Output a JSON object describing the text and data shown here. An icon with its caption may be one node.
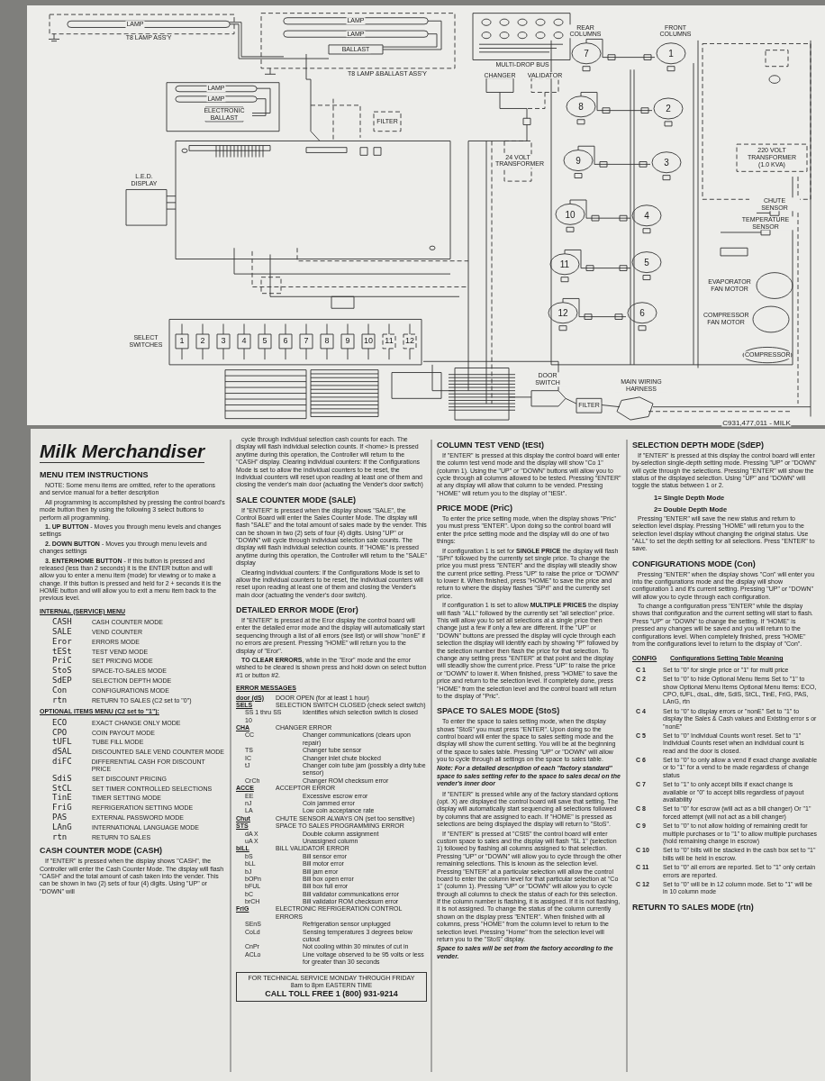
{
  "diagram": {
    "title": "Milk Merchandiser",
    "labels": [
      "LAMP",
      "T8 LAMP ASS'Y",
      "LAMP",
      "LAMP",
      "BALLAST",
      "T8 LAMP &BALLAST ASS'Y",
      "MULTI-DROP BUS",
      "CHANGER",
      "VALIDATOR",
      "REAR COLUMNS",
      "FRONT COLUMNS",
      "7",
      "1",
      "LAMP",
      "LAMP",
      "ELECTRONIC BALLAST",
      "FILTER",
      "8",
      "2",
      "220 VOLT TRANSFORMER (1.0 KVA)",
      "L.E.D. DISPLAY",
      "24 VOLT TRANSFORMER",
      "9",
      "3",
      "CHUTE SENSOR",
      "10",
      "4",
      "TEMPERATURE SENSOR",
      "11",
      "5",
      "EVAPORATOR FAN MOTOR",
      "12",
      "6",
      "COMPRESSOR FAN MOTOR",
      "COMPRESSOR",
      "SELECT SWITCHES",
      "1",
      "2",
      "3",
      "4",
      "5",
      "6",
      "7",
      "8",
      "9",
      "10",
      "11",
      "12",
      "DOOR SWITCH",
      "MAIN WIRING HARNESS",
      "FILTER",
      "C931,477,011 - MILK",
      "MENU ITEM INSTRUCTIONS",
      "NOTE: Some menu items are omitted, refer to the operations and service manual for a better description",
      "All programming is accomplished by pressing the control board's mode button then by using the following 3 select buttons to perform all programming.",
      "**1. UP BUTTON** - Moves you through menu levels and changes settings",
      "**2. DOWN BUTTON** - Moves you through menu levels and changes settings",
      "**3. ENTER/HOME BUTTON** - If this button is pressed and released (less than 2 seconds) it is the ENTER button and will allow you to enter a menu item (mode) for viewing or to make a change. If this button is pressed and held for 2 + seconds it is the HOME button and will allow you to exit a menu item back to the previous level.",
      "INTERNAL (SERVICE) MENU",
      "CASH",
      "CASH COUNTER MODE",
      "SALE",
      "VEND COUNTER",
      "Eror",
      "ERRORS MODE",
      "tESt",
      "TEST VEND MODE",
      "PriC",
      "SET PRICING MODE",
      "StoS",
      "SPACE-TO-SALES MODE",
      "SdEP",
      "SELECTION DEPTH MODE",
      "Con",
      "CONFIGURATIONS MODE",
      "rtn",
      "RETURN TO SALES (C2 set to \"0\")",
      "OPTIONAL ITEMS MENU (C2 set to \"1\"):",
      "ECO",
      "EXACT CHANGE ONLY MODE",
      "CPO",
      "COIN PAYOUT MODE",
      "tUFL",
      "TUBE FILL MODE",
      "dSAL",
      "DISCOUNTED SALE VEND COUNTER MODE",
      "diFC",
      "DIFFERENTIAL CASH FOR DISCOUNT PRICE",
      "SdiS",
      "SET DISCOUNT PRICING",
      "StCL",
      "SET TIMER CONTROLLED SELECTIONS",
      "TinE",
      "TIMER SETTING MODE",
      "FriG",
      "REFRIGERATION SETTING MODE",
      "PAS",
      "EXTERNAL PASSWORD MODE",
      "LAnG",
      "INTERNATIONAL LANGUAGE MODE",
      "rtn",
      "RETURN TO SALES",
      "CASH COUNTER MODE (CASH)",
      "If \"ENTER\" is pressed when the display shows \"CASH\", the Controller will enter the Cash Counter Mode. The display will flash \"CASH\" and the total amount of cash taken into the vender. This can be shown in two (2) sets of four (4) digits. Using \"UP\" or \"DOWN\" will",
      "cycle through individual selection cash counts for each. The display will flash individual selection counts. If <home> is pressed anytime during this operation, the Controller will return to the \"CASH\" display. Clearing individual counters: If the Configurations Mode is set to allow the individual counters to be reset, the individual counters will reset upon reading at least one of them and closing the vender's main door (actuating the Vender's door switch)",
      "SALE COUNTER MODE (SALE)",
      "If \"ENTER\" is pressed when the display shows \"SALE\", the Control Board will enter the Sales Counter Mode. The display will flash \"SALE\" and the total amount of sales made by the vender. This can be shown in two (2) sets of four (4) digits. Using \"UP\" or \"DOWN\" will cycle through individual selection sale counts. The display will flash individual selection counts. If \"HOME\" is pressed anytime during this operation, the Controller will return to the \"SALE\" display",
      "Clearing individual counters: If the Configurations Mode is set to allow the individual counters to be reset, the individual counters will reset upon reading at least one of them and closing the Vender's main door (actuating the vender's door switch).",
      "DETAILED ERROR MODE (Eror)",
      "If \"ENTER\" is pressed at the Eror display the control board will enter the detailed error mode and the display will automatically start sequencing through a list of all errors (see list) or will show \"nonE\" if no errors are present. Pressing \"HOME\" will return you to the display of \"Eror\".",
      "**TO CLEAR ERRORS**, while in the \"Eror\" mode and the error wished to be cleared is shown press and hold down on select button #1 or button #2.",
      "ERROR MESSAGES",
      "door (dS)",
      "DOOR OPEN (for at least 1 hour)",
      "SELS",
      "SELECTION SWITCH CLOSED (check select switch)",
      "SS 1 thru SS 10",
      "Identifies which selection switch is closed",
      "CHA",
      "CHANGER ERROR",
      "CC",
      "Changer communications (clears upon repair)",
      "TS",
      "Changer tube sensor",
      "IC",
      "Changer inlet chute blocked",
      "tJ",
      "Changer coin tube jam (possibly a dirty tube sensor)",
      "CrCh",
      "Changer ROM checksum error",
      "ACCE",
      "ACCEPTOR ERROR",
      "EE",
      "Excessive escrow error",
      "nJ",
      "Coin jammed error",
      "LA",
      "Low coin acceptance rate",
      "Chut",
      "CHUTE SENSOR ALWAYS ON (set too sensitive)",
      "STS",
      "SPACE TO SALES PROGRAMMING ERROR",
      "dA X",
      "Double column assignment",
      "uA X",
      "Unassigned column",
      "biLL",
      "BILL VALIDATOR ERROR",
      "bS",
      "Bill sensor error",
      "bLL",
      "Bill motor error",
      "bJ",
      "Bill jam error",
      "bOPn",
      "Bill box open error",
      "bFUL",
      "Bill box full error",
      "bC",
      "Bill validator communications error",
      "brCH",
      "Bill validator ROM checksum error",
      "FriG",
      "ELECTRONIC REFRIGERATION CONTROL ERRORS",
      "SEnS",
      "Refrigeration sensor unplugged",
      "CoLd",
      "Sensing temperatures 3 degrees below cutout",
      "CnPr",
      "Not cooling within 30 minutes of cut in",
      "ACLo",
      "Line voltage observed to be 95 volts or less for greater than 30 seconds",
      "FOR TECHNICAL SERVICE MONDAY THROUGH FRIDAY",
      "8am to 8pm EASTERN TIME",
      "CALL TOLL FREE 1 (800) 931-9214",
      "COLUMN TEST VEND (tESt)",
      "If \"ENTER\" is pressed at this display the control board will enter the column test vend mode and the display will show \"Co 1\" (column 1). Using the \"UP\" or \"DOWN\" buttons will allow you to cycle through all columns allowed to be tested. Pressing \"ENTER\" at any display will allow that column to be vended. Pressing \"HOME\" will return you to the display of \"tESt\".",
      "PRICE MODE (PriC)",
      "To enter the price setting mode, when the display shows \"Pric\" you must press \"ENTER\". Upon doing so the control board will enter the price setting mode and the display will do one of two things:",
      "If configuration 1 is set for **SINGLE PRICE** the display will flash \"SPri\" followed by the currently set single price. To change the price you must press \"ENTER\" and the display will steadily show the current price setting. Press \"UP\" to raise the price or \"DOWN\" to lower it. When finished, press \"HOME\" to save the price and return to where the display flashes \"SPri\" and the currently set price.",
      "If configuration 1 is set to allow **MULTIPLE PRICES** the display will flash \"ALL\" followed by the currently set \"all selection\" price. This will allow you to set all selections at a single price then change just a few if only a few are different. If the \"UP\" or \"DOWN\" buttons are pressed the display will cycle through each selection the display will identify each by showing \"P\" followed by the selection number then flash the price for that selection. To change any setting press \"ENTER\" at that point and the display will steadily show the current price. Press \"UP\" to raise the price or \"DOWN\" to lower it. When finished, press \"HOME\" to save the price and return to the selection level. If completely done, press \"HOME\" from the selection level and the control board will return to the display of \"Pric\".",
      "SPACE TO SALES MODE (StoS)",
      "To enter the space to sales setting mode, when the display shows \"StoS\" you must press \"ENTER\". Upon doing so the control board will enter the space to sales setting mode and the display will show the current setting. You will be at the beginning of the space to sales table. Pressing \"UP\" or \"DOWN\" will allow you to cycle through all settings on the space to sales table.",
      "Note: For a detailed description of each \"factory standard\" space to sales setting refer to the space to sales decal on the vender's inner door",
      "If \"ENTER\" is pressed while any of the factory standard options (opt. X) are displayed the control board will save that setting. The display will automatically start sequencing all selections followed by columns that are assigned to each. If \"HOME\" is pressed as selections are being displayed the display will return to \"StoS\".",
      "If \"ENTER\" is pressed at \"CStS\" the control board will enter custom space to sales and the display will flash \"SL 1\" (selection 1) followed by flashing all columns assigned to that selection. Pressing \"UP\" or \"DOWN\" will allow you to cycle through the other remaining selections. This is known as the selection level. Pressing \"ENTER\" at a particular selection will allow the control board to enter the column level for that particular selection at \"Co 1\" (column 1). Pressing \"UP\" or \"DOWN\" will allow you to cycle through all columns to check the status of each for this selection. If the column number is flashing, it is assigned. If it is not flashing, it is not assigned. To change the status of the column currently shown on the display press \"ENTER\". When finished with all columns, press \"HOME\" from the column level to return to the selection level. Pressing \"Home\" from the selection level will return you to the \"StoS\" display.",
      "Space to sales will be set from the factory according to the vender.",
      "SELECTION DEPTH MODE (SdEP)",
      "If \"ENTER\" is pressed at this display the control board will enter by-selection single-depth setting mode. Pressing \"UP\" or \"DOWN\" will cycle through the selections. Pressing \"ENTER\" will show the status of the displayed selection. Using \"UP\" and \"DOWN\" will toggle the status between 1 or 2.",
      "1= Single Depth Mode",
      "2= Double Depth Mode",
      "Pressing \"ENTER\" will save the new status and return to selection level display. Pressing \"HOME\" will return you to the selection level display without changing the original status. Use \"ALL\" to set the depth setting for all selections. Press \"ENTER\" to save.",
      "CONFIGURATIONS MODE (Con)",
      "Pressing \"ENTER\" when the display shows \"Con\" will enter you into the configurations mode and the display will show configuration 1 and it's current setting. Pressing \"UP\" or \"DOWN\" will allow you to cycle through each configuration.",
      "To change a configuration press \"ENTER\" while the display shows that configuration and the current setting will start to flash. Press \"UP\" or \"DOWN\" to change the setting. If \"HOME\" is pressed any changes will be saved and you will return to the configurations level. When completely finished, press \"HOME\" from the configurations level to return to the display of \"Con\".",
      "CONFIG",
      "Configurations Setting Table Meaning",
      "C 1",
      "Set to \"0\" for single price or \"1\" for multi price",
      "C 2",
      "Set to \"0\" to hide Optional Menu Items Set to \"1\" to show Optional Menu Items Optional Menu Items: ECO, CPO, tUFL, dsaL, dife, SdiS, StCL, TinE, FriG, PAS, LAnG, rtn",
      "C 4",
      "Set to \"0\" to display errors or \"nonE\" Set to \"1\" to display the Sales & Cash values and Existing error s or \"nonE\"",
      "C 5",
      "Set to \"0\" Individual Counts won't reset. Set to \"1\" Individual Counts reset when an individual count is read and the door is closed.",
      "C 6",
      "Set to \"0\" to only allow a vend if exact change available or to \"1\" for a vend to be made regardless of change status",
      "C 7",
      "Set to \"1\" to only accept bills if exact change is available or \"0\" to accept bills regardless of payout availability",
      "C 8",
      "Set to \"0\" for escrow (will act as a bill changer) Or \"1\" forced attempt (will not act as a bill changer)",
      "C 9",
      "Set to \"0\" to not allow holding of remaining credit for multiple purchases or to \"1\" to allow multiple purchases (hold remaining change in escrow)",
      "C 10",
      "Set to \"0\" bills will be stacked in the cash box set to \"1\" bills will be held in escrow.",
      "C 11",
      "Set to \"0\" all errors are reported. Set to \"1\" only certain errors are reported.",
      "C 12",
      "Set to \"0\" will be in 12 column mode. Set to \"1\" will be in 10 column mode",
      "RETURN TO SALES MODE (rtn)"
    ]
  }
}
